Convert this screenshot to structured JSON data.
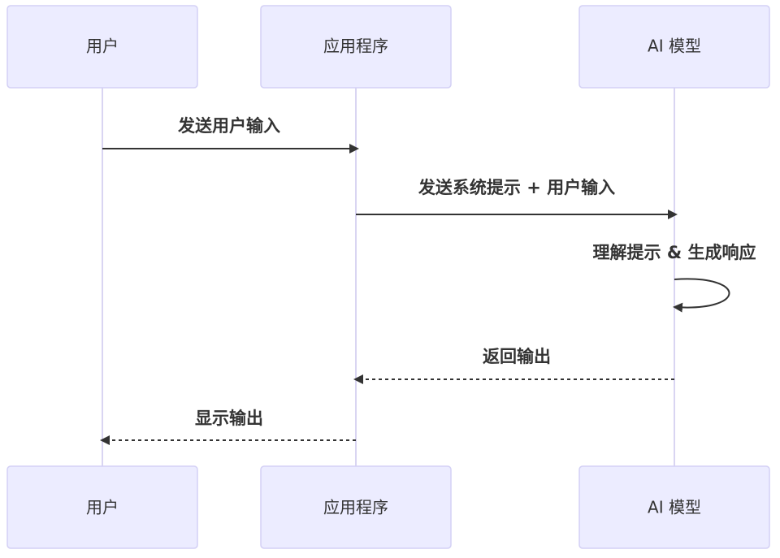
{
  "participants": [
    {
      "id": "user",
      "label": "用户"
    },
    {
      "id": "app",
      "label": "应用程序"
    },
    {
      "id": "ai",
      "label": "AI 模型"
    }
  ],
  "messages": [
    {
      "label": "发送用户输入",
      "style": "solid"
    },
    {
      "label": "发送系统提示 + 用户输入",
      "style": "solid"
    },
    {
      "label": "理解提示 & 生成响应",
      "style": "solid-self"
    },
    {
      "label": "返回输出",
      "style": "dashed"
    },
    {
      "label": "显示输出",
      "style": "dashed"
    }
  ],
  "colors": {
    "actor_fill": "#ececff",
    "actor_border": "#d3d0f5",
    "lifeline": "#d9d5f2",
    "line": "#333333",
    "text": "#333333"
  }
}
